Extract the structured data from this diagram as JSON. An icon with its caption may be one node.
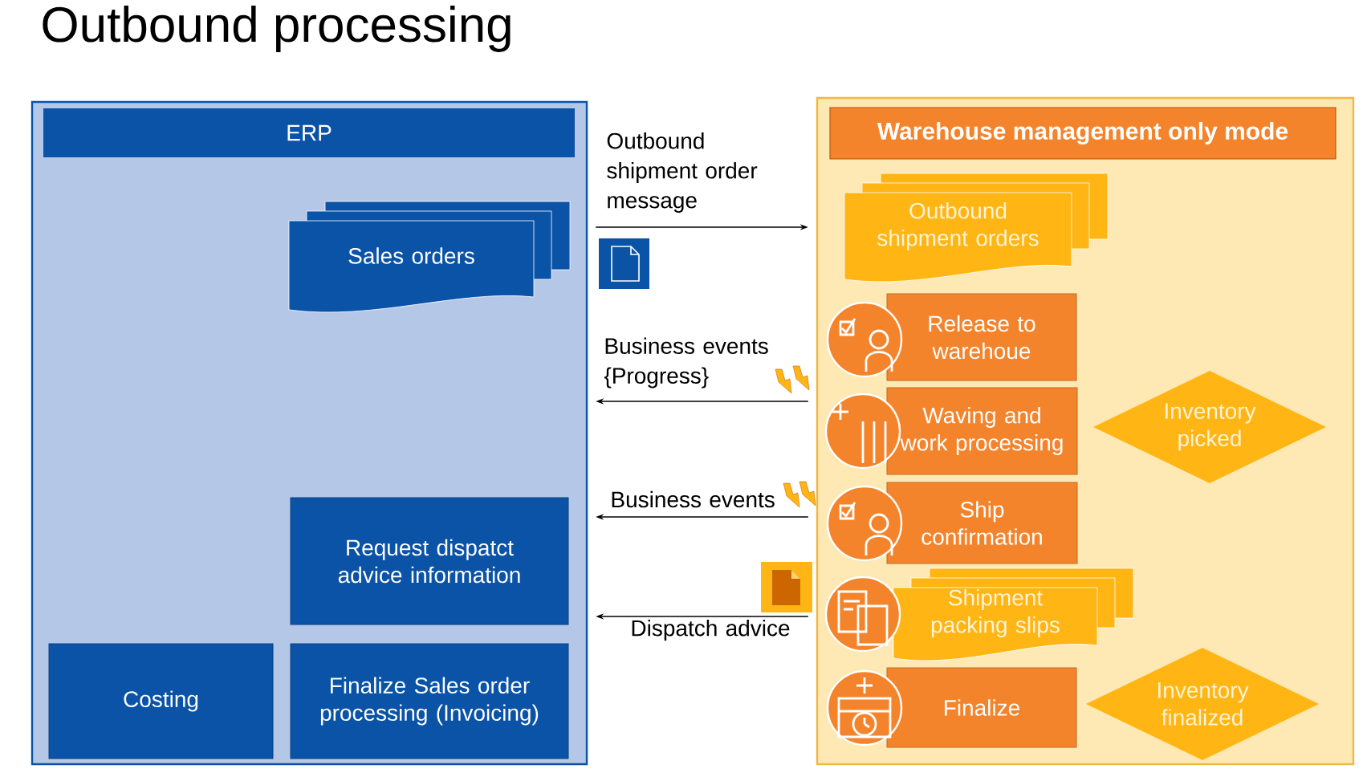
{
  "diagram": {
    "title": "Outbound processing",
    "nodes": [
      {
        "text": [
          "ERP"
        ]
      },
      {
        "text": [
          "Sales orders"
        ],
        "in": 0
      },
      {
        "text": [
          "Request dispatct advice information"
        ],
        "in": 0
      },
      {
        "text": [
          "Costing"
        ],
        "in": 0
      },
      {
        "text": [
          "Finalize Sales order processing (Invoicing)"
        ],
        "in": 0
      },
      {
        "text": [
          "Warehouse management only mode"
        ]
      },
      {
        "text": [
          "Outbound shipment orders"
        ],
        "in": 5
      },
      {
        "text": [
          "Release to warehoue"
        ],
        "in": 5
      },
      {
        "text": [
          "Waving and work processing"
        ],
        "in": 5
      },
      {
        "text": [
          "Ship confirmation"
        ],
        "in": 5
      },
      {
        "text": [
          "Shipment packing slips"
        ],
        "in": 5
      },
      {
        "text": [
          "Finalize"
        ],
        "in": 5
      },
      {
        "text": [
          "Inventory picked"
        ],
        "in": 5
      },
      {
        "text": [
          "Inventory finalized"
        ],
        "in": 5
      }
    ],
    "edges": [
      {
        "from": 0,
        "to": 5,
        "arrow": "to",
        "label": "Outbound shipment order message"
      },
      {
        "from": 5,
        "to": 0,
        "arrow": "to",
        "label": "Business events {Progress}"
      },
      {
        "from": 5,
        "to": 0,
        "arrow": "to",
        "label": "Business events"
      },
      {
        "from": 5,
        "to": 0,
        "arrow": "to",
        "label": "Dispatch advice"
      }
    ]
  }
}
